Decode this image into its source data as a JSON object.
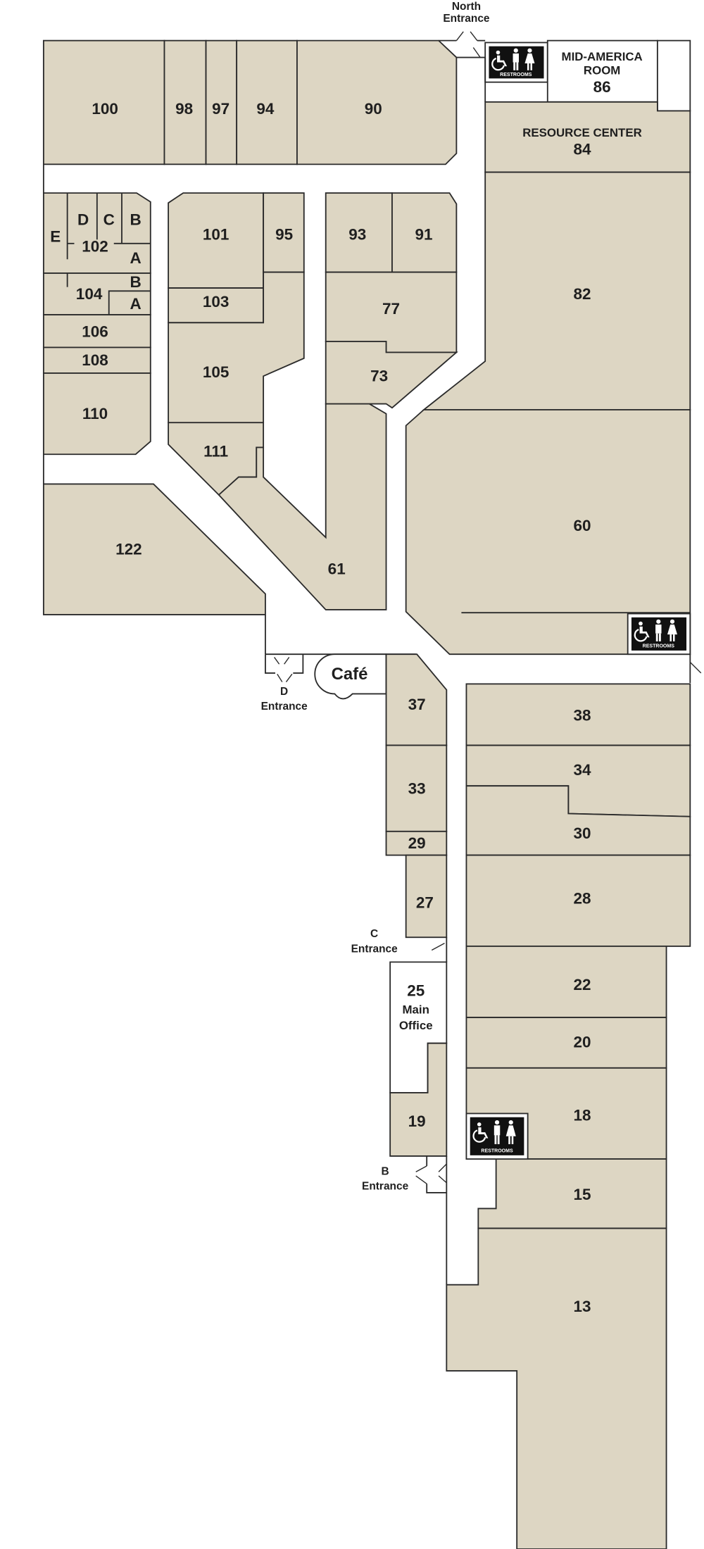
{
  "map": {
    "fill_color": "#ddd6c3",
    "stroke_color": "#2b2b2b",
    "rooms": {
      "r100": "100",
      "r98": "98",
      "r97": "97",
      "r94": "94",
      "r90": "90",
      "r86_name_1": "MID-AMERICA",
      "r86_name_2": "ROOM",
      "r86": "86",
      "r84_name": "RESOURCE CENTER",
      "r84": "84",
      "r82": "82",
      "r60": "60",
      "r102": "102",
      "r102_e": "E",
      "r102_d": "D",
      "r102_c": "C",
      "r102_b": "B",
      "r102_a": "A",
      "r104": "104",
      "r104_b": "B",
      "r104_a": "A",
      "r106": "106",
      "r108": "108",
      "r110": "110",
      "r122": "122",
      "r101": "101",
      "r95": "95",
      "r103": "103",
      "r105": "105",
      "r111": "111",
      "r93": "93",
      "r91": "91",
      "r77": "77",
      "r73": "73",
      "r61": "61",
      "r37": "37",
      "r33": "33",
      "r29": "29",
      "r27": "27",
      "r25": "25",
      "r25_name_1": "Main",
      "r25_name_2": "Office",
      "r19": "19",
      "r38": "38",
      "r34": "34",
      "r30": "30",
      "r28": "28",
      "r22": "22",
      "r20": "20",
      "r18": "18",
      "r15": "15",
      "r13": "13"
    },
    "cafe": "Café",
    "entrances": {
      "north_1": "North",
      "north_2": "Entrance",
      "d_1": "D",
      "d_2": "Entrance",
      "c_1": "C",
      "c_2": "Entrance",
      "b_1": "B",
      "b_2": "Entrance"
    },
    "restrooms": {
      "label": "RESTROOMS",
      "icon": "restroom-accessible-men-women-icon",
      "count": 3
    }
  }
}
